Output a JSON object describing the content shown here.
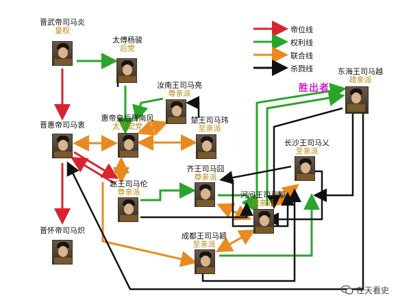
{
  "nodes": {
    "wudi": {
      "name": "晋武帝司马炎",
      "faction": "皇权"
    },
    "yangjun": {
      "name": "太傅杨骏",
      "faction": "后党"
    },
    "liang": {
      "name": "汝南王司马亮",
      "faction": "尊亲派"
    },
    "jiahou": {
      "name": "惠帝皇后贾南风",
      "faction": "太子妃党"
    },
    "wei": {
      "name": "楚王司马玮",
      "faction": "至亲派"
    },
    "huidi": {
      "name": "晋惠帝司马衷",
      "faction": ""
    },
    "lun": {
      "name": "赵王司马伦",
      "faction": "尊亲派"
    },
    "jiong": {
      "name": "齐王司马囧",
      "faction": "尊亲派"
    },
    "yong": {
      "name": "河间王司马颙",
      "faction": "疏亲派"
    },
    "ai": {
      "name": "长沙王司马乂",
      "faction": "至亲派"
    },
    "ying": {
      "name": "成都王司马颖",
      "faction": "至亲派"
    },
    "yue": {
      "name": "东海王司马越",
      "faction": "疏亲派"
    },
    "huaidi": {
      "name": "晋怀帝司马炽",
      "faction": ""
    }
  },
  "winner_label": "胜出者",
  "legend": [
    {
      "label": "帝位线",
      "color": "#d9232e"
    },
    {
      "label": "权利线",
      "color": "#2aa52a"
    },
    {
      "label": "联合线",
      "color": "#e98a1e"
    },
    {
      "label": "杀戮线",
      "color": "#111111"
    }
  ],
  "watermark": "在天看史",
  "watermark_icon": "wechat-icon"
}
